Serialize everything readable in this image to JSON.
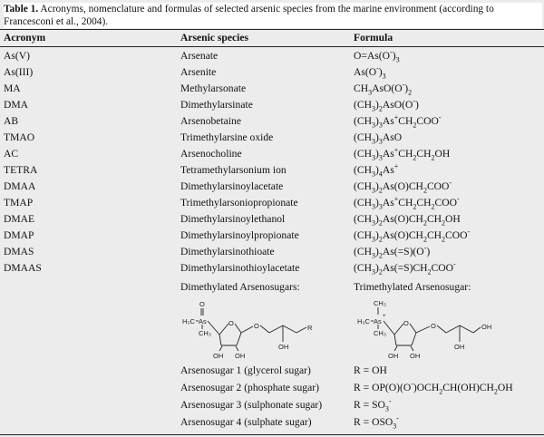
{
  "caption": {
    "label": "Table 1.",
    "text": "Acronyms, nomenclature and formulas of selected arsenic species from the marine environment (according to Francesconi et al., 2004)."
  },
  "headers": {
    "acronym": "Acronym",
    "species": "Arsenic species",
    "formula": "Formula"
  },
  "rows": [
    {
      "acronym": "As(V)",
      "species": "Arsenate",
      "formula": "O=As(O<sup>-</sup>)<sub>3</sub>"
    },
    {
      "acronym": "As(III)",
      "species": "Arsenite",
      "formula": "As(O<sup>-</sup>)<sub>3</sub>"
    },
    {
      "acronym": "MA",
      "species": "Methylarsonate",
      "formula": "CH<sub>3</sub>AsO(O<sup>-</sup>)<sub>2</sub>"
    },
    {
      "acronym": "DMA",
      "species": "Dimethylarsinate",
      "formula": "(CH<sub>3</sub>)<sub>2</sub>AsO(O<sup>-</sup>)"
    },
    {
      "acronym": "AB",
      "species": "Arsenobetaine",
      "formula": "(CH<sub>3</sub>)<sub>3</sub>As<sup>+</sup>CH<sub>2</sub>COO<sup>-</sup>"
    },
    {
      "acronym": "TMAO",
      "species": "Trimethylarsine oxide",
      "formula": "(CH<sub>3</sub>)<sub>3</sub>AsO"
    },
    {
      "acronym": "AC",
      "species": "Arsenocholine",
      "formula": "(CH<sub>3</sub>)<sub>3</sub>As<sup>+</sup>CH<sub>2</sub>CH<sub>2</sub>OH"
    },
    {
      "acronym": "TETRA",
      "species": "Tetramethylarsonium ion",
      "formula": "(CH<sub>3</sub>)<sub>4</sub>As<sup>+</sup>"
    },
    {
      "acronym": "DMAA",
      "species": "Dimethylarsinoylacetate",
      "formula": "(CH<sub>3</sub>)<sub>2</sub>As(O)CH<sub>2</sub>COO<sup>-</sup>"
    },
    {
      "acronym": "TMAP",
      "species": "Trimethylarsoniopropionate",
      "formula": "(CH<sub>3</sub>)<sub>3</sub>As<sup>+</sup>CH<sub>2</sub>CH<sub>2</sub>COO<sup>-</sup>"
    },
    {
      "acronym": "DMAE",
      "species": "Dimethylarsinoylethanol",
      "formula": "(CH<sub>3</sub>)<sub>2</sub>As(O)CH<sub>2</sub>CH<sub>2</sub>OH"
    },
    {
      "acronym": "DMAP",
      "species": "Dimethylarsinoylpropionate",
      "formula": "(CH<sub>3</sub>)<sub>2</sub>As(O)CH<sub>2</sub>CH<sub>2</sub>COO<sup>-</sup>"
    },
    {
      "acronym": "DMAS",
      "species": "Dimethylarsinothioate",
      "formula": "(CH<sub>3</sub>)<sub>2</sub>As(=S)(O<sup>-</sup>)"
    },
    {
      "acronym": "DMAAS",
      "species": "Dimethylarsinothioylacetate",
      "formula": "(CH<sub>3</sub>)<sub>2</sub>As(=S)CH<sub>2</sub>COO<sup>-</sup>"
    }
  ],
  "sugars_header": {
    "species": "Dimethylated Arsenosugars:",
    "formula": "Trimethylated Arsenosugar:"
  },
  "struct_dimethyl": {
    "as": "As",
    "o_top": "O",
    "h3c": "H₃C",
    "ch3": "CH₃",
    "ring_o": "O",
    "ether_o": "O",
    "r": "R",
    "oh1": "OH",
    "oh2": "OH",
    "oh3": "OH"
  },
  "struct_trimethyl": {
    "as": "As",
    "ch3_top": "CH₃",
    "h3c": "H₃C",
    "ch3": "CH₃",
    "plus": "+",
    "ring_o": "O",
    "ether_o": "O",
    "oh_end": "OH",
    "oh1": "OH",
    "oh2": "OH",
    "oh3": "OH"
  },
  "sugar_rows": [
    {
      "species": "Arsenosugar 1 (glycerol sugar)",
      "formula": "R = OH"
    },
    {
      "species": "Arsenosugar 2 (phosphate sugar)",
      "formula": "R = OP(O)(O<sup>-</sup>)OCH<sub>2</sub>CH(OH)CH<sub>2</sub>OH"
    },
    {
      "species": "Arsenosugar 3 (sulphonate sugar)",
      "formula": "R = SO<sub>3</sub><sup>-</sup>"
    },
    {
      "species": "Arsenosugar 4 (sulphate sugar)",
      "formula": "R = OSO<sub>3</sub><sup>-</sup>"
    }
  ]
}
